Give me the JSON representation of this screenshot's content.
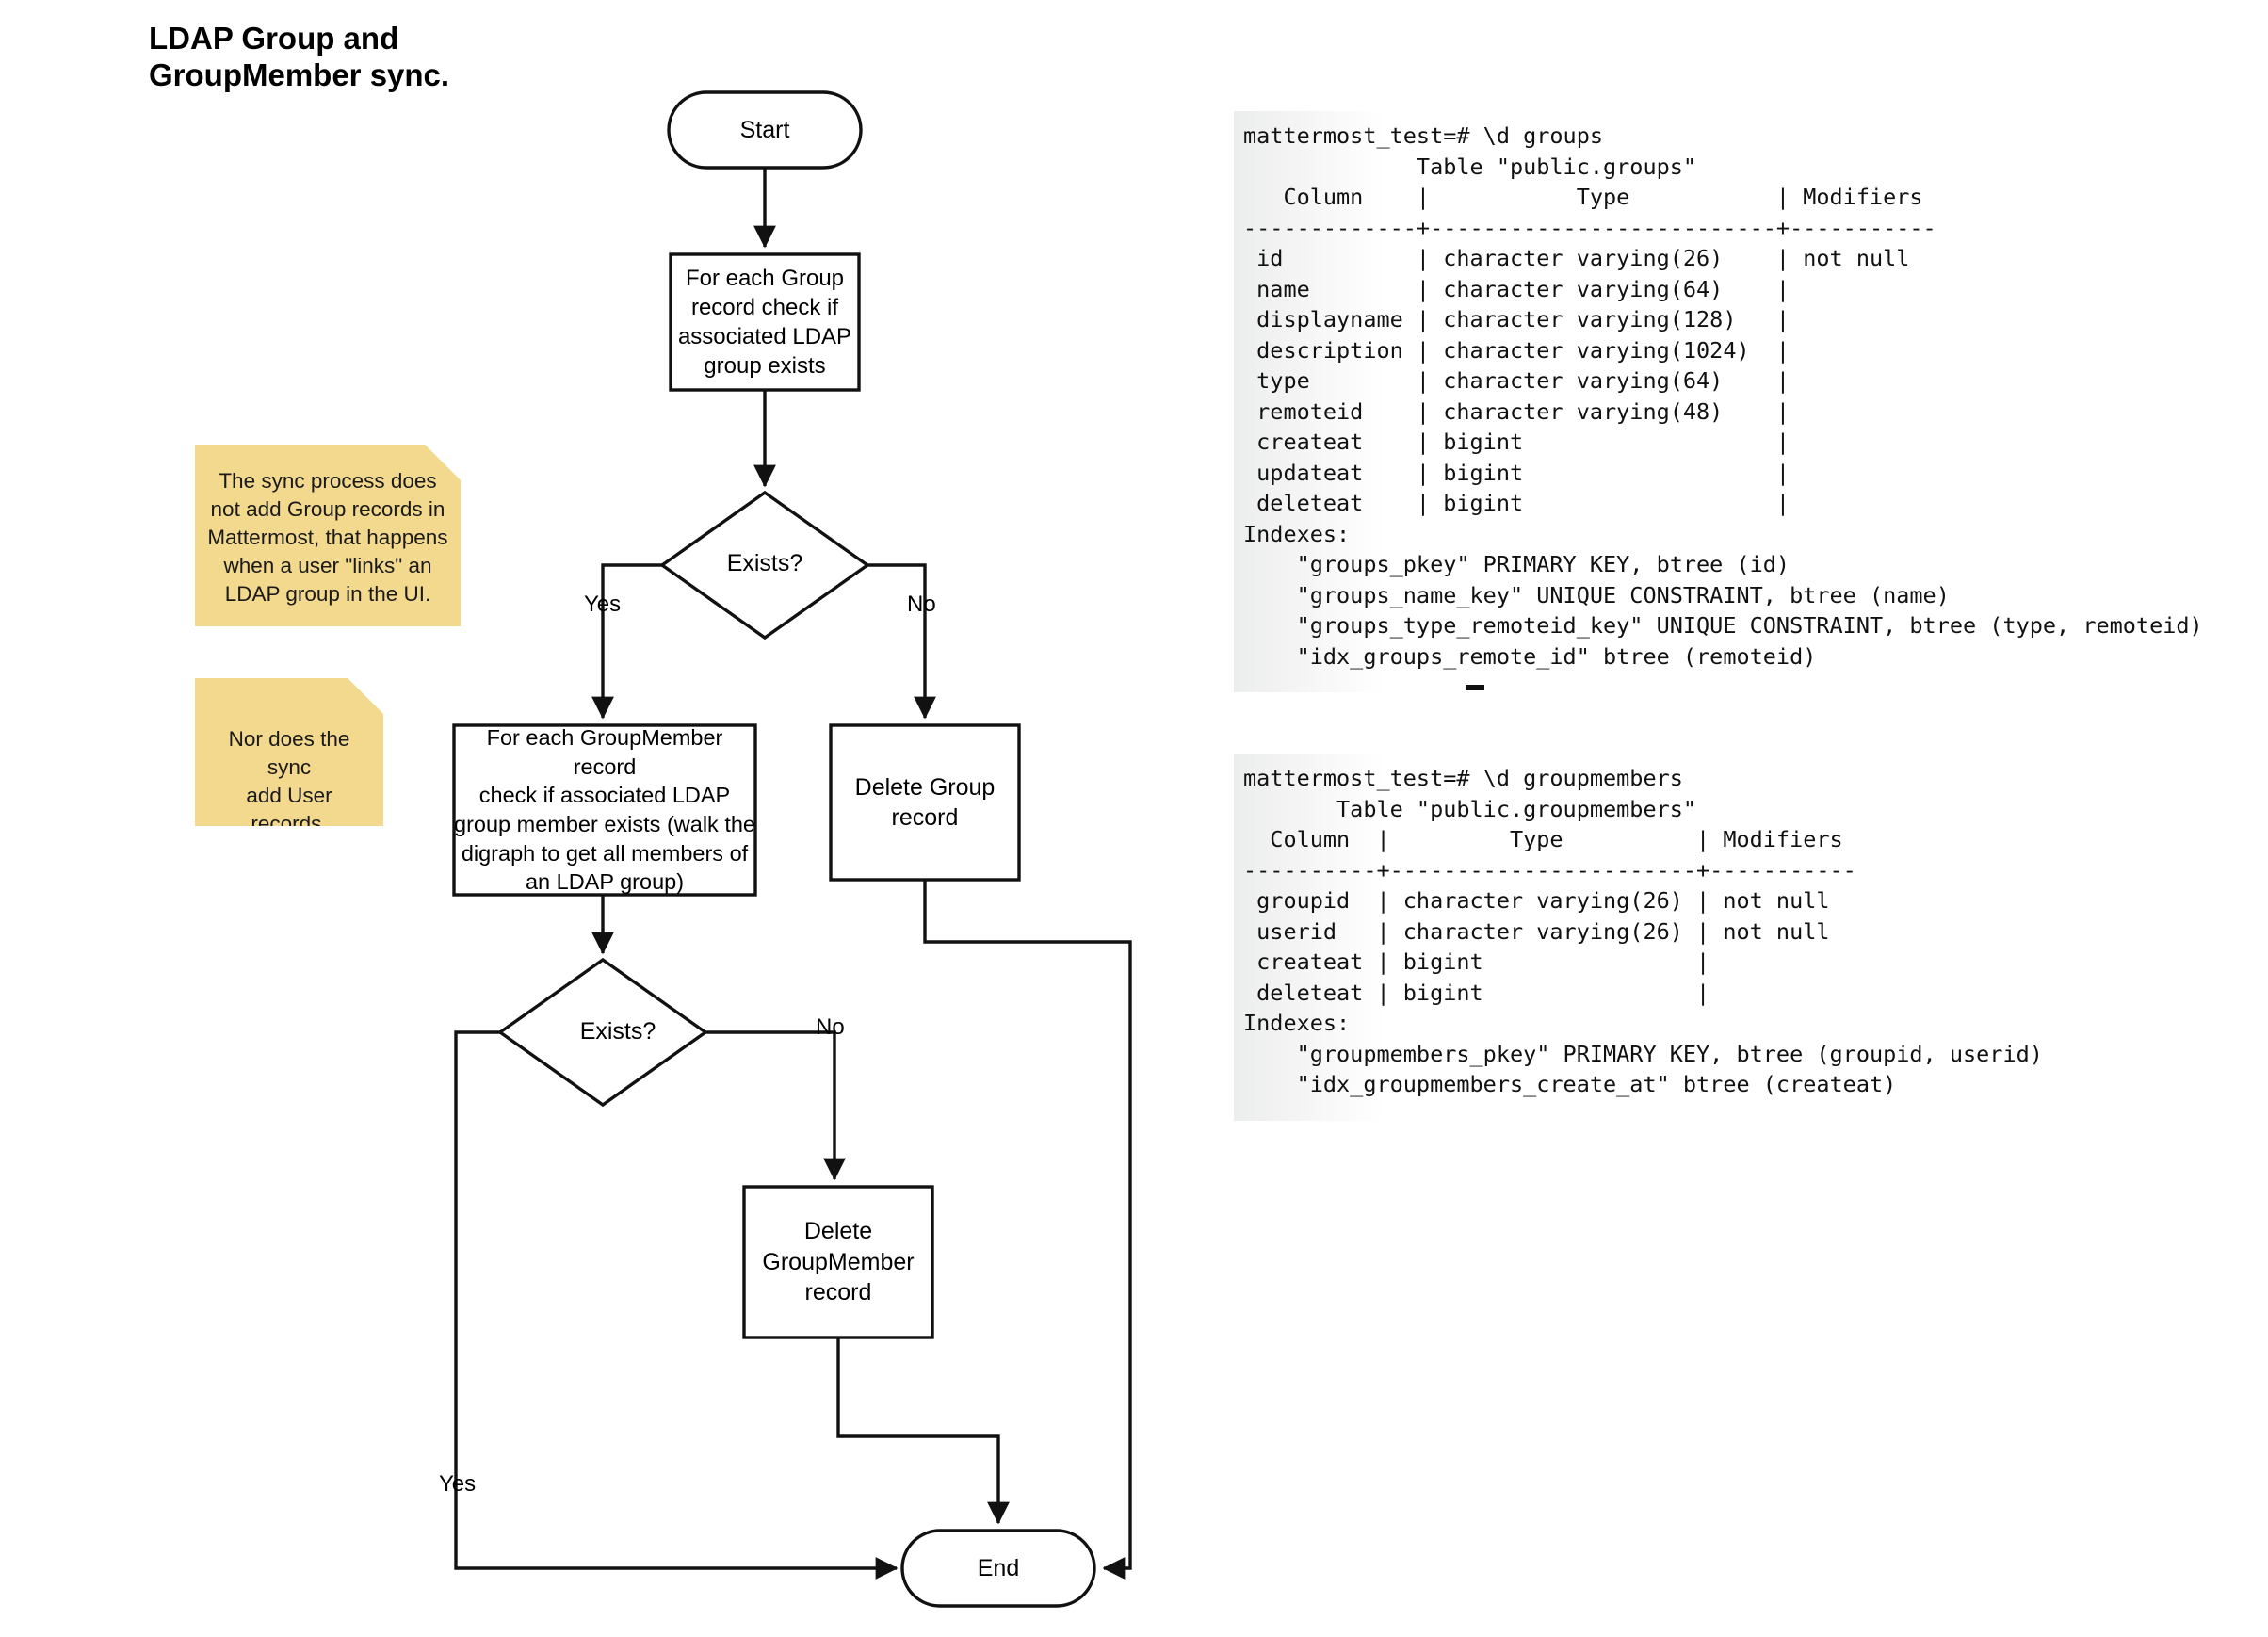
{
  "title": "LDAP Group and\nGroupMember sync.",
  "flowchart": {
    "nodes": [
      {
        "id": "start",
        "shape": "terminator",
        "label": "Start"
      },
      {
        "id": "foreach_group",
        "shape": "process",
        "label": "For each Group\nrecord check if\nassociated LDAP\ngroup exists"
      },
      {
        "id": "exists1",
        "shape": "decision",
        "label": "Exists?"
      },
      {
        "id": "gm_loop",
        "shape": "process",
        "label": "For each GroupMember record\ncheck if associated LDAP\ngroup member exists (walk the\ndigraph to get all members of\nan LDAP group)"
      },
      {
        "id": "delete_group",
        "shape": "process",
        "label": "Delete Group\nrecord"
      },
      {
        "id": "exists2",
        "shape": "decision",
        "label": "Exists?"
      },
      {
        "id": "delete_groupmember",
        "shape": "process",
        "label": "Delete\nGroupMember\nrecord"
      },
      {
        "id": "end",
        "shape": "terminator",
        "label": "End"
      }
    ],
    "edge_labels": {
      "exists1_yes": "Yes",
      "exists1_no": "No",
      "exists2_no": "No",
      "exists2_yes": "Yes"
    }
  },
  "notes": [
    {
      "id": "note-1",
      "text": "The sync process does\nnot add Group records in\nMattermost, that happens\nwhen a user \"links\" an\nLDAP group in the UI."
    },
    {
      "id": "note-2",
      "text": "Nor does the sync\nadd User records.\nthose are added\non first login."
    }
  ],
  "terminals": {
    "groups": {
      "prompt": "mattermost_test=# \\d groups",
      "text": "mattermost_test=# \\d groups\n             Table \"public.groups\"\n   Column    |           Type           | Modifiers \n-------------+--------------------------+-----------\n id          | character varying(26)    | not null\n name        | character varying(64)    |\n displayname | character varying(128)   |\n description | character varying(1024)  |\n type        | character varying(64)    |\n remoteid    | character varying(48)    |\n createat    | bigint                   |\n updateat    | bigint                   |\n deleteat    | bigint                   |\nIndexes:\n    \"groups_pkey\" PRIMARY KEY, btree (id)\n    \"groups_name_key\" UNIQUE CONSTRAINT, btree (name)\n    \"groups_type_remoteid_key\" UNIQUE CONSTRAINT, btree (type, remoteid)\n    \"idx_groups_remote_id\" btree (remoteid)",
      "table_name": "public.groups",
      "headers": [
        "Column",
        "Type",
        "Modifiers"
      ],
      "rows": [
        [
          "id",
          "character varying(26)",
          "not null"
        ],
        [
          "name",
          "character varying(64)",
          ""
        ],
        [
          "displayname",
          "character varying(128)",
          ""
        ],
        [
          "description",
          "character varying(1024)",
          ""
        ],
        [
          "type",
          "character varying(64)",
          ""
        ],
        [
          "remoteid",
          "character varying(48)",
          ""
        ],
        [
          "createat",
          "bigint",
          ""
        ],
        [
          "updateat",
          "bigint",
          ""
        ],
        [
          "deleteat",
          "bigint",
          ""
        ]
      ],
      "indexes_label": "Indexes:",
      "indexes": [
        "\"groups_pkey\" PRIMARY KEY, btree (id)",
        "\"groups_name_key\" UNIQUE CONSTRAINT, btree (name)",
        "\"groups_type_remoteid_key\" UNIQUE CONSTRAINT, btree (type, remoteid)",
        "\"idx_groups_remote_id\" btree (remoteid)"
      ]
    },
    "groupmembers": {
      "prompt": "mattermost_test=# \\d groupmembers",
      "text": "mattermost_test=# \\d groupmembers\n       Table \"public.groupmembers\"\n  Column  |         Type          | Modifiers \n----------+-----------------------+-----------\n groupid  | character varying(26) | not null\n userid   | character varying(26) | not null\n createat | bigint                |\n deleteat | bigint                |\nIndexes:\n    \"groupmembers_pkey\" PRIMARY KEY, btree (groupid, userid)\n    \"idx_groupmembers_create_at\" btree (createat)",
      "table_name": "public.groupmembers",
      "headers": [
        "Column",
        "Type",
        "Modifiers"
      ],
      "rows": [
        [
          "groupid",
          "character varying(26)",
          "not null"
        ],
        [
          "userid",
          "character varying(26)",
          "not null"
        ],
        [
          "createat",
          "bigint",
          ""
        ],
        [
          "deleteat",
          "bigint",
          ""
        ]
      ],
      "indexes_label": "Indexes:",
      "indexes": [
        "\"groupmembers_pkey\" PRIMARY KEY, btree (groupid, userid)",
        "\"idx_groupmembers_create_at\" btree (createat)"
      ]
    }
  },
  "colors": {
    "note_bg": "#F2D98D",
    "note_fold": "#DFC46A",
    "stroke": "#111111",
    "background": "#FFFFFF"
  }
}
